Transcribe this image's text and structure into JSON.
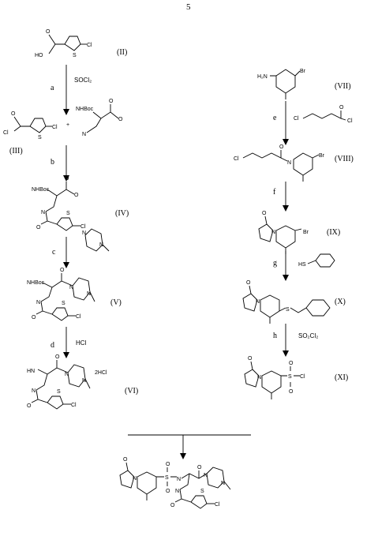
{
  "page_number": "5",
  "compounds": {
    "c2": "(II)",
    "c3": "(III)",
    "c4": "(IV)",
    "c5": "(V)",
    "c6": "(VI)",
    "c7": "(VII)",
    "c8": "(VIII)",
    "c9": "(IX)",
    "c10": "(X)",
    "c11": "(XI)"
  },
  "steps": {
    "a": "a",
    "b": "b",
    "c": "c",
    "d": "d",
    "e": "e",
    "f": "f",
    "g": "g",
    "h": "h"
  },
  "reagents": {
    "a": "SOCl₂",
    "d": "HCl",
    "h": "SO₂Cl₂"
  },
  "atoms": {
    "ho": "HO",
    "o": "O",
    "s": "S",
    "cl": "Cl",
    "nhboc": "NHBoc",
    "n": "N",
    "plus": "+",
    "nh": "N",
    "h2n": "H₂N",
    "br": "Br",
    "hs": "HS",
    "hcl": "HCl",
    "two_hcl": "2HCl",
    "hn": "HN"
  }
}
